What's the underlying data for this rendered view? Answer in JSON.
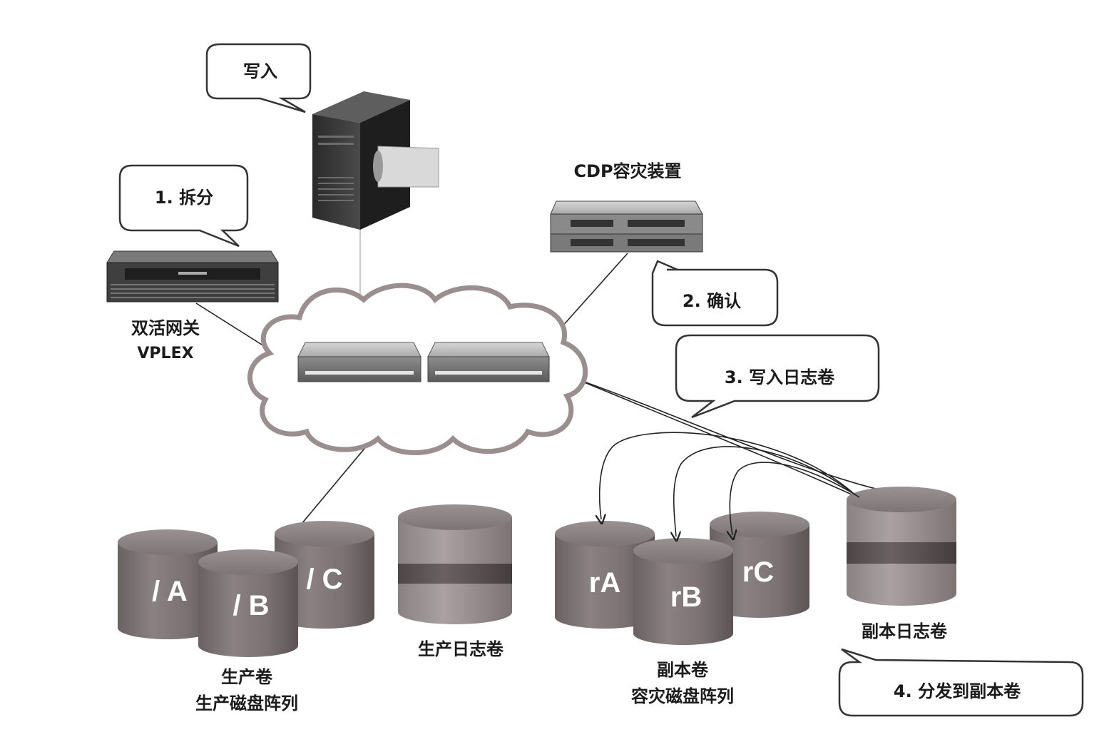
{
  "bubbles": {
    "write": "写入",
    "split": "1. 拆分",
    "confirm": "2. 确认",
    "write_journal": "3. 写入日志卷",
    "distribute": "4. 分发到副本卷"
  },
  "devices": {
    "cdp": "CDP容灾装置",
    "vplex_line1": "双活网关",
    "vplex_line2": "VPLEX"
  },
  "disks": {
    "prod": [
      "/ A",
      "/ B",
      "/ C"
    ],
    "replica": [
      "rA",
      "rB",
      "rC"
    ]
  },
  "captions": {
    "prod_journal": "生产日志卷",
    "prod_line1": "生产卷",
    "prod_line2": "生产磁盘阵列",
    "replica_line1": "副本卷",
    "replica_line2": "容灾磁盘阵列",
    "replica_journal": "副本日志卷"
  }
}
